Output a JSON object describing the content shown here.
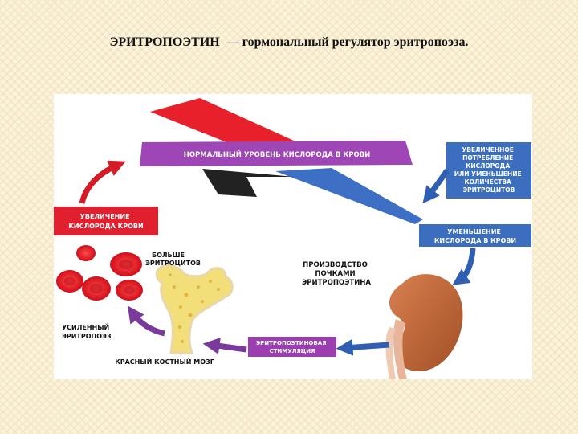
{
  "title": "ЭРИТРОПОЭТИН  — гормональный регулятор эритропоэза.",
  "diagram": {
    "balance_label": "НОРМАЛЬНЫЙ УРОВЕНЬ КИСЛОРОДА В КРОВИ",
    "increased_demand": [
      "УВЕЛИЧЕННОЕ",
      "ПОТРЕБЛЕНИЕ",
      "КИСЛОРОДА",
      "ИЛИ УМЕНЬШЕНИЕ",
      "КОЛИЧЕСТВА",
      "ЭРИТРОЦИТОВ"
    ],
    "decreased_oxygen": [
      "УМЕНЬШЕНИЕ",
      "КИСЛОРОДА В КРОВИ"
    ],
    "kidney_production": [
      "ПРОИЗВОДСТВО",
      "ПОЧКАМИ",
      "ЭРИТРОПОЭТИНА"
    ],
    "epo_stimulation": [
      "ЭРИТРОПОЭТИНОВАЯ",
      "СТИМУЛЯЦИЯ"
    ],
    "bone_marrow": "КРАСНЫЙ КОСТНЫЙ МОЗГ",
    "enhanced_erythropoiesis": [
      "УСИЛЕННЫЙ",
      "ЭРИТРОПОЭЗ"
    ],
    "more_erythrocytes": [
      "БОЛЬШЕ",
      "ЭРИТРОЦИТОВ"
    ],
    "increased_oxygen": [
      "УВЕЛИЧЕНИЕ",
      "КИСЛОРОДА КРОВИ"
    ]
  },
  "colors": {
    "red": "#e0202e",
    "blue": "#3c6ec0",
    "purple": "#9b3fb0",
    "kidney": "#c56a3a",
    "marrow": "#f3df7a"
  }
}
